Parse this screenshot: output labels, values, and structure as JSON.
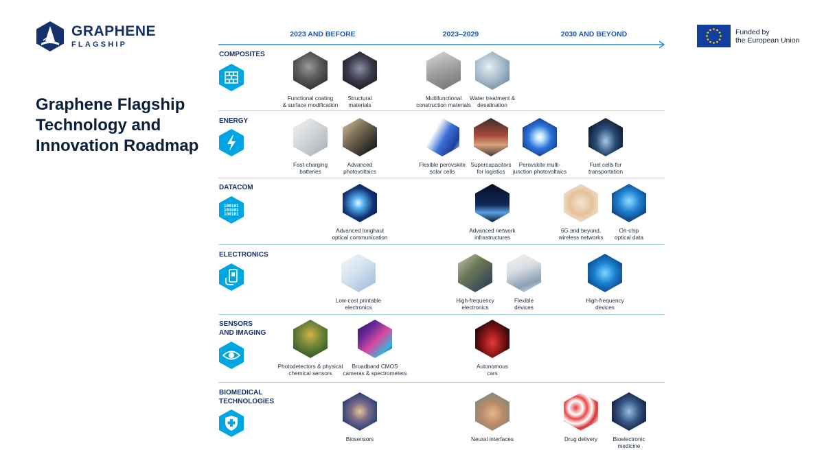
{
  "brand": {
    "line1": "GRAPHENE",
    "line2": "FLAGSHIP"
  },
  "title": "Graphene Flagship Technology and Innovation Roadmap",
  "eu_funding": "Funded by\nthe European Union",
  "timeline": {
    "periods": [
      "2023 AND BEFORE",
      "2023–2029",
      "2030 AND BEYOND"
    ]
  },
  "categories": [
    {
      "name": "COMPOSITES",
      "icon": "bricks-icon",
      "items": [
        {
          "label": "Functional coating\n& surface modification",
          "image": "coated-helmet-photo"
        },
        {
          "label": "Structural\nmaterials",
          "image": "car-interior-photo"
        },
        {
          "label": "Multifunctional\nconstruction materials",
          "image": "concrete-building-photo"
        },
        {
          "label": "Water treatment &\ndesalination",
          "image": "water-droplets-photo"
        }
      ]
    },
    {
      "name": "ENERGY",
      "icon": "lightning-icon",
      "items": [
        {
          "label": "Fast-charging\nbatteries",
          "image": "battery-photo"
        },
        {
          "label": "Advanced\nphotovoltaics",
          "image": "solar-device-photo"
        },
        {
          "label": "Flexible perovskite\nsolar cells",
          "image": "flexible-solar-cell-photo"
        },
        {
          "label": "Supercapacitors\nfor logistics",
          "image": "warehouse-photo"
        },
        {
          "label": "Perovskite multi-\njunction photovoltaics",
          "image": "light-burst-photo"
        },
        {
          "label": "Fuel cells for\ntransportation",
          "image": "futuristic-car-photo"
        }
      ]
    },
    {
      "name": "DATACOM",
      "icon": "binary-data-icon",
      "items": [
        {
          "label": "Advanced longhaul\noptical communication",
          "image": "optical-fibers-photo"
        },
        {
          "label": "Advanced network\ninfrastructures",
          "image": "earth-network-photo"
        },
        {
          "label": "6G and beyond,\nwireless networks",
          "image": "antenna-chip-photo"
        },
        {
          "label": "On-chip\noptical data",
          "image": "wifi-chip-photo"
        }
      ]
    },
    {
      "name": "ELECTRONICS",
      "icon": "mobile-hand-icon",
      "items": [
        {
          "label": "Low-cost printable\nelectronics",
          "image": "printed-circuit-photo"
        },
        {
          "label": "High-frequency\nelectronics",
          "image": "circuit-board-photo"
        },
        {
          "label": "Flexible\ndevices",
          "image": "flexible-device-photo"
        },
        {
          "label": "High-frequency\ndevices",
          "image": "graphene-lattice-photo"
        }
      ]
    },
    {
      "name": "SENSORS\nAND IMAGING",
      "icon": "eye-icon",
      "items": [
        {
          "label": "Photodetectors & physical\nchemical sensors",
          "image": "sensor-chip-photo"
        },
        {
          "label": "Broadband CMOS\ncameras & spectrometers",
          "image": "cmos-wafer-photo"
        },
        {
          "label": "Autonomous\ncars",
          "image": "red-car-photo"
        }
      ]
    },
    {
      "name": "BIOMEDICAL\nTECHNOLOGIES",
      "icon": "medical-shield-icon",
      "items": [
        {
          "label": "Biosensors",
          "image": "biosensor-photo"
        },
        {
          "label": "Neural interfaces",
          "image": "brain-photo"
        },
        {
          "label": "Drug delivery",
          "image": "blood-cells-photo"
        },
        {
          "label": "Bioelectronic\nmedicine",
          "image": "human-body-scan-photo"
        }
      ]
    }
  ],
  "colors": {
    "brand_navy": "#14316b",
    "accent_blue": "#1c57b3",
    "icon_cyan": "#00a6e2",
    "separator": "#a5d4ef",
    "eu_blue": "#123f9c",
    "eu_yellow": "#ffd617"
  }
}
